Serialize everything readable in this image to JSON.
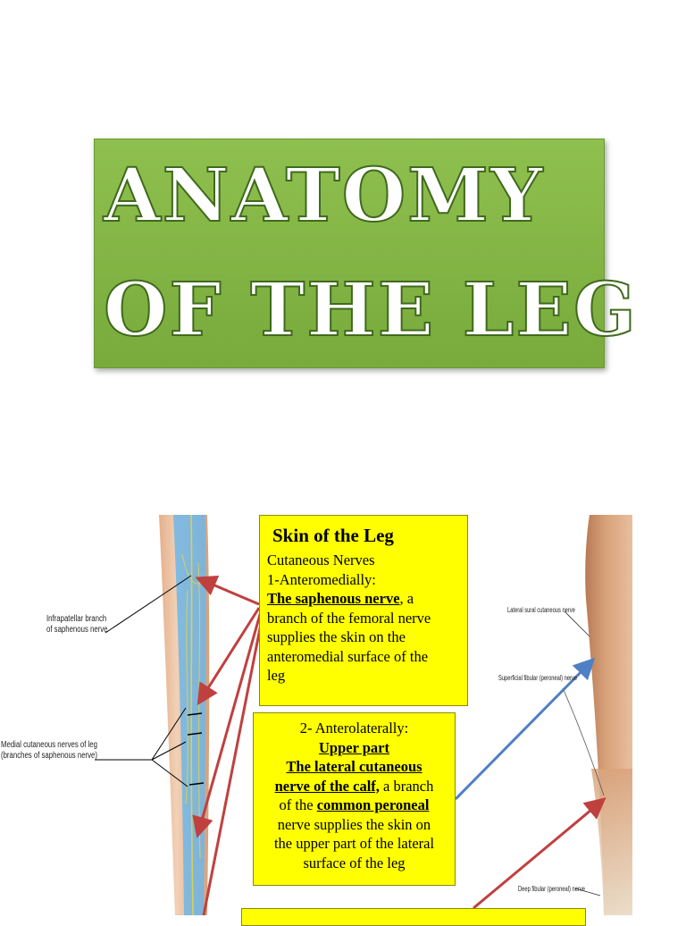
{
  "title": {
    "line1": "Anatomy",
    "line2": "of the Leg"
  },
  "skin_box": {
    "heading": "Skin of the Leg",
    "line1": "Cutaneous Nerves",
    "line2": "1-Anteromedially:",
    "nerve": "The saphenous nerve",
    "nerve_suffix": ", a",
    "line4": "branch of the femoral nerve",
    "line5": "supplies the skin on the",
    "line6": "anteromedial surface of the",
    "line7": "leg"
  },
  "lateral_box": {
    "line1": "2- Anterolaterally:",
    "line2": "Upper part",
    "line3": "The lateral cutaneous",
    "line4a": "nerve of the calf,",
    "line4b": " a branch",
    "line5a": "of the ",
    "line5b": "common peroneal",
    "line6": "nerve supplies the skin on",
    "line7": "the upper part of the lateral",
    "line8": "surface of the leg"
  },
  "left_labels": {
    "infrapatellar_1": "Infrapatellar branch",
    "infrapatellar_2": "of saphenous nerve",
    "medial_1": "Medial cutaneous nerves of leg",
    "medial_2": "(branches of saphenous nerve)"
  },
  "right_labels": {
    "lateral_sural": "Lateral sural cutaneous nerve",
    "superficial_fibular": "Superficial fibular (peroneal) nerve",
    "deep_fibular": "Deep fibular (peroneal) nerve"
  },
  "colors": {
    "title_green": "#80b545",
    "callout_yellow": "#ffff00",
    "arrow_red": "#c0403f",
    "arrow_blue": "#4f7fc4",
    "skin_tan": "#d49a72",
    "nerve_zone_blue": "#6fb6e6"
  }
}
